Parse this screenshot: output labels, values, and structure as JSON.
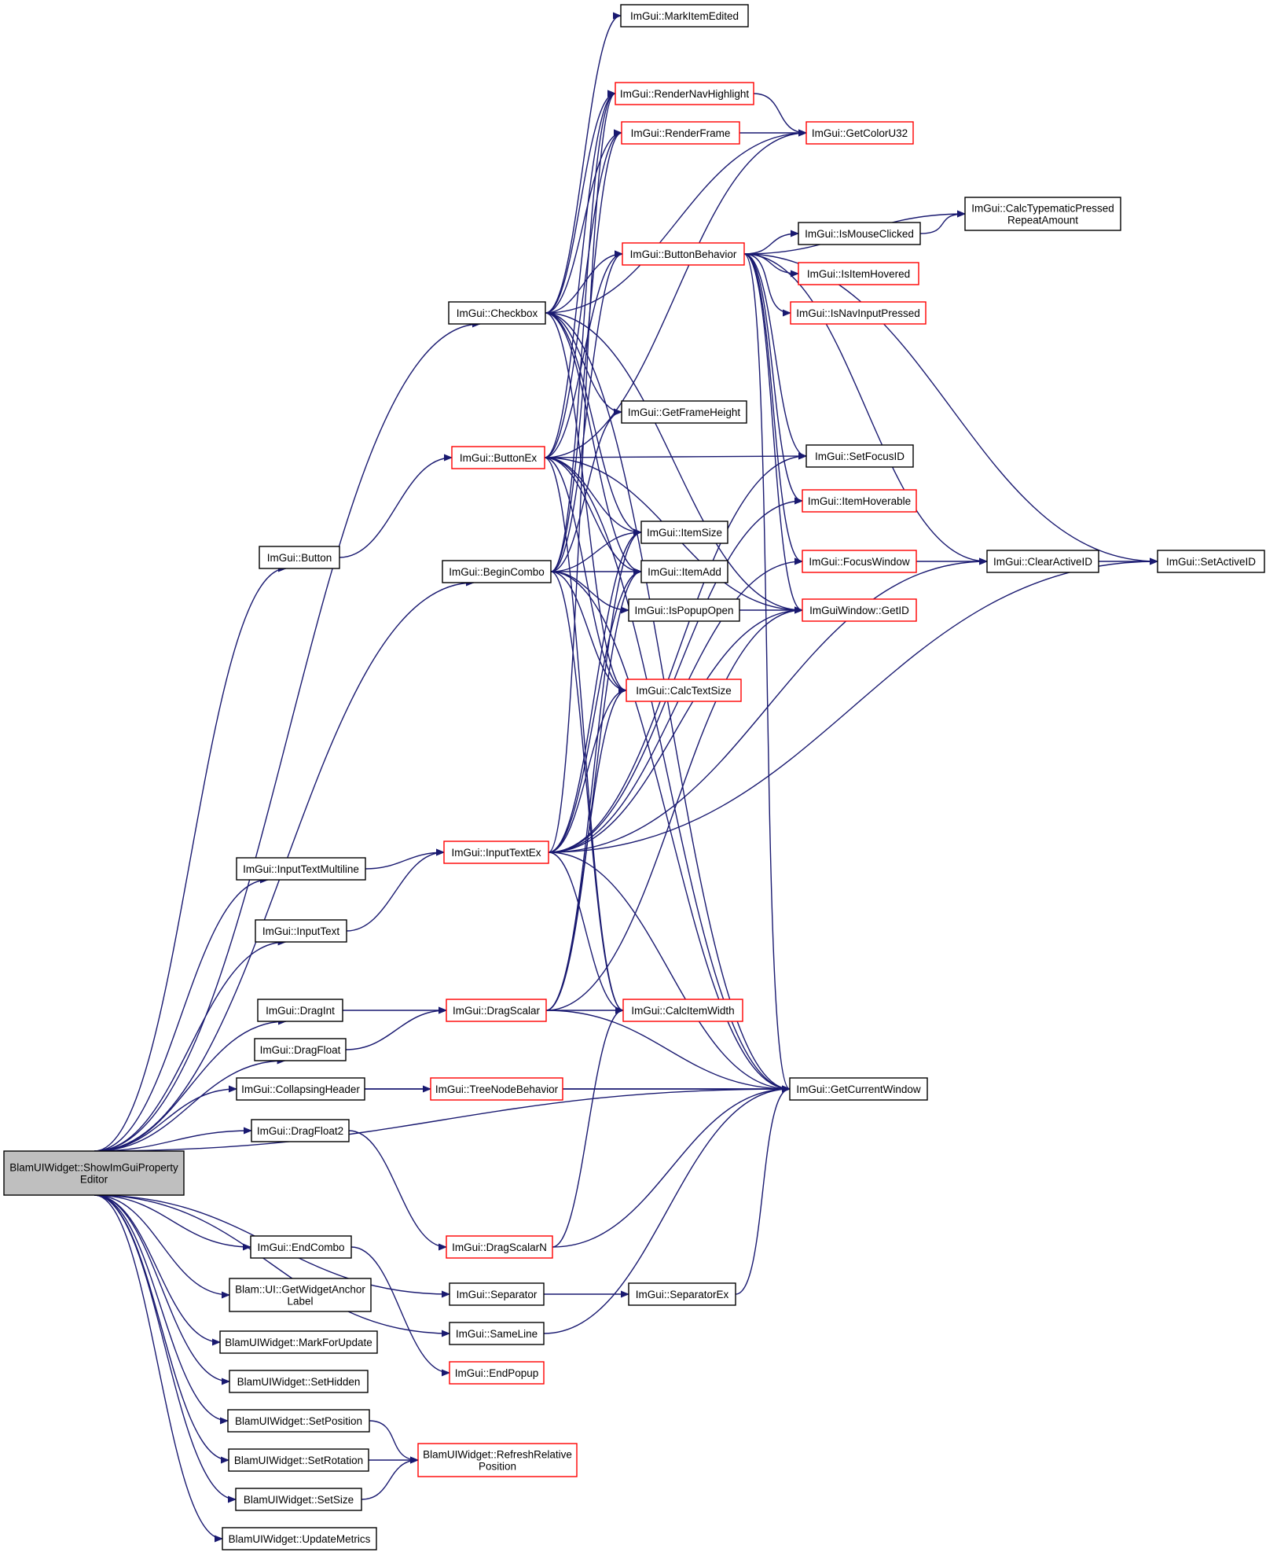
{
  "colors": {
    "edge": "#191970",
    "node_border_default": "#000000",
    "node_border_truncated": "#ff0000",
    "root_fill": "#bfbfbf",
    "node_fill": "#ffffff"
  },
  "nodes": [
    {
      "id": "root",
      "lines": [
        "BlamUIWidget::ShowImGuiProperty",
        "Editor"
      ],
      "style": "root"
    },
    {
      "id": "MarkItemEdited",
      "lines": [
        "ImGui::MarkItemEdited"
      ],
      "style": "default"
    },
    {
      "id": "RenderNavHighlight",
      "lines": [
        "ImGui::RenderNavHighlight"
      ],
      "style": "truncated"
    },
    {
      "id": "RenderFrame",
      "lines": [
        "ImGui::RenderFrame"
      ],
      "style": "truncated"
    },
    {
      "id": "GetColorU32",
      "lines": [
        "ImGui::GetColorU32"
      ],
      "style": "truncated"
    },
    {
      "id": "CalcTypematic",
      "lines": [
        "ImGui::CalcTypematicPressed",
        "RepeatAmount"
      ],
      "style": "default"
    },
    {
      "id": "ButtonBehavior",
      "lines": [
        "ImGui::ButtonBehavior"
      ],
      "style": "truncated"
    },
    {
      "id": "IsMouseClicked",
      "lines": [
        "ImGui::IsMouseClicked"
      ],
      "style": "default"
    },
    {
      "id": "IsItemHovered",
      "lines": [
        "ImGui::IsItemHovered"
      ],
      "style": "truncated"
    },
    {
      "id": "IsNavInputPressed",
      "lines": [
        "ImGui::IsNavInputPressed"
      ],
      "style": "truncated"
    },
    {
      "id": "Checkbox",
      "lines": [
        "ImGui::Checkbox"
      ],
      "style": "default"
    },
    {
      "id": "GetFrameHeight",
      "lines": [
        "ImGui::GetFrameHeight"
      ],
      "style": "default"
    },
    {
      "id": "SetFocusID",
      "lines": [
        "ImGui::SetFocusID"
      ],
      "style": "default"
    },
    {
      "id": "ButtonEx",
      "lines": [
        "ImGui::ButtonEx"
      ],
      "style": "truncated"
    },
    {
      "id": "ItemHoverable",
      "lines": [
        "ImGui::ItemHoverable"
      ],
      "style": "truncated"
    },
    {
      "id": "ItemSize",
      "lines": [
        "ImGui::ItemSize"
      ],
      "style": "default"
    },
    {
      "id": "Button",
      "lines": [
        "ImGui::Button"
      ],
      "style": "default"
    },
    {
      "id": "BeginCombo",
      "lines": [
        "ImGui::BeginCombo"
      ],
      "style": "default"
    },
    {
      "id": "ItemAdd",
      "lines": [
        "ImGui::ItemAdd"
      ],
      "style": "default"
    },
    {
      "id": "FocusWindow",
      "lines": [
        "ImGui::FocusWindow"
      ],
      "style": "truncated"
    },
    {
      "id": "ClearActiveID",
      "lines": [
        "ImGui::ClearActiveID"
      ],
      "style": "default"
    },
    {
      "id": "SetActiveID",
      "lines": [
        "ImGui::SetActiveID"
      ],
      "style": "default"
    },
    {
      "id": "IsPopupOpen",
      "lines": [
        "ImGui::IsPopupOpen"
      ],
      "style": "default"
    },
    {
      "id": "GetID",
      "lines": [
        "ImGuiWindow::GetID"
      ],
      "style": "truncated"
    },
    {
      "id": "CalcTextSize",
      "lines": [
        "ImGui::CalcTextSize"
      ],
      "style": "truncated"
    },
    {
      "id": "InputTextMultiline",
      "lines": [
        "ImGui::InputTextMultiline"
      ],
      "style": "default"
    },
    {
      "id": "InputTextEx",
      "lines": [
        "ImGui::InputTextEx"
      ],
      "style": "truncated"
    },
    {
      "id": "InputText",
      "lines": [
        "ImGui::InputText"
      ],
      "style": "default"
    },
    {
      "id": "DragInt",
      "lines": [
        "ImGui::DragInt"
      ],
      "style": "default"
    },
    {
      "id": "DragScalar",
      "lines": [
        "ImGui::DragScalar"
      ],
      "style": "truncated"
    },
    {
      "id": "CalcItemWidth",
      "lines": [
        "ImGui::CalcItemWidth"
      ],
      "style": "truncated"
    },
    {
      "id": "DragFloat",
      "lines": [
        "ImGui::DragFloat"
      ],
      "style": "default"
    },
    {
      "id": "CollapsingHeader",
      "lines": [
        "ImGui::CollapsingHeader"
      ],
      "style": "default"
    },
    {
      "id": "TreeNodeBehavior",
      "lines": [
        "ImGui::TreeNodeBehavior"
      ],
      "style": "truncated"
    },
    {
      "id": "GetCurrentWindow",
      "lines": [
        "ImGui::GetCurrentWindow"
      ],
      "style": "default"
    },
    {
      "id": "DragFloat2",
      "lines": [
        "ImGui::DragFloat2"
      ],
      "style": "default"
    },
    {
      "id": "DragScalarN",
      "lines": [
        "ImGui::DragScalarN"
      ],
      "style": "truncated"
    },
    {
      "id": "EndCombo",
      "lines": [
        "ImGui::EndCombo"
      ],
      "style": "default"
    },
    {
      "id": "GetWidgetAnchorLabel",
      "lines": [
        "Blam::UI::GetWidgetAnchor",
        "Label"
      ],
      "style": "default"
    },
    {
      "id": "Separator",
      "lines": [
        "ImGui::Separator"
      ],
      "style": "default"
    },
    {
      "id": "SeparatorEx",
      "lines": [
        "ImGui::SeparatorEx"
      ],
      "style": "default"
    },
    {
      "id": "SameLine",
      "lines": [
        "ImGui::SameLine"
      ],
      "style": "default"
    },
    {
      "id": "MarkForUpdate",
      "lines": [
        "BlamUIWidget::MarkForUpdate"
      ],
      "style": "default"
    },
    {
      "id": "EndPopup",
      "lines": [
        "ImGui::EndPopup"
      ],
      "style": "truncated"
    },
    {
      "id": "SetHidden",
      "lines": [
        "BlamUIWidget::SetHidden"
      ],
      "style": "default"
    },
    {
      "id": "SetPosition",
      "lines": [
        "BlamUIWidget::SetPosition"
      ],
      "style": "default"
    },
    {
      "id": "RefreshRelativePosition",
      "lines": [
        "BlamUIWidget::RefreshRelative",
        "Position"
      ],
      "style": "truncated"
    },
    {
      "id": "SetRotation",
      "lines": [
        "BlamUIWidget::SetRotation"
      ],
      "style": "default"
    },
    {
      "id": "SetSize",
      "lines": [
        "BlamUIWidget::SetSize"
      ],
      "style": "default"
    },
    {
      "id": "UpdateMetrics",
      "lines": [
        "BlamUIWidget::UpdateMetrics"
      ],
      "style": "default"
    }
  ],
  "edges": [
    [
      "root",
      "Checkbox"
    ],
    [
      "root",
      "Button"
    ],
    [
      "root",
      "BeginCombo"
    ],
    [
      "root",
      "InputTextMultiline"
    ],
    [
      "root",
      "InputText"
    ],
    [
      "root",
      "DragInt"
    ],
    [
      "root",
      "DragFloat"
    ],
    [
      "root",
      "CollapsingHeader"
    ],
    [
      "root",
      "DragFloat2"
    ],
    [
      "root",
      "EndCombo"
    ],
    [
      "root",
      "GetWidgetAnchorLabel"
    ],
    [
      "root",
      "MarkForUpdate"
    ],
    [
      "root",
      "SetHidden"
    ],
    [
      "root",
      "SetPosition"
    ],
    [
      "root",
      "SetRotation"
    ],
    [
      "root",
      "SetSize"
    ],
    [
      "root",
      "UpdateMetrics"
    ],
    [
      "root",
      "Separator"
    ],
    [
      "root",
      "SameLine"
    ],
    [
      "root",
      "GetCurrentWindow"
    ],
    [
      "Checkbox",
      "MarkItemEdited"
    ],
    [
      "Checkbox",
      "RenderNavHighlight"
    ],
    [
      "Checkbox",
      "RenderFrame"
    ],
    [
      "Checkbox",
      "GetColorU32"
    ],
    [
      "Checkbox",
      "ButtonBehavior"
    ],
    [
      "Checkbox",
      "GetFrameHeight"
    ],
    [
      "Checkbox",
      "ItemSize"
    ],
    [
      "Checkbox",
      "ItemAdd"
    ],
    [
      "Checkbox",
      "CalcTextSize"
    ],
    [
      "Checkbox",
      "GetID"
    ],
    [
      "Checkbox",
      "GetCurrentWindow"
    ],
    [
      "Button",
      "ButtonEx"
    ],
    [
      "ButtonEx",
      "RenderNavHighlight"
    ],
    [
      "ButtonEx",
      "RenderFrame"
    ],
    [
      "ButtonEx",
      "GetColorU32"
    ],
    [
      "ButtonEx",
      "ButtonBehavior"
    ],
    [
      "ButtonEx",
      "ItemSize"
    ],
    [
      "ButtonEx",
      "ItemAdd"
    ],
    [
      "ButtonEx",
      "CalcTextSize"
    ],
    [
      "ButtonEx",
      "GetID"
    ],
    [
      "ButtonEx",
      "GetCurrentWindow"
    ],
    [
      "ButtonEx",
      "CalcItemWidth"
    ],
    [
      "ButtonEx",
      "SetFocusID"
    ],
    [
      "RenderNavHighlight",
      "GetColorU32"
    ],
    [
      "RenderFrame",
      "GetColorU32"
    ],
    [
      "ButtonBehavior",
      "CalcTypematic"
    ],
    [
      "ButtonBehavior",
      "IsMouseClicked"
    ],
    [
      "ButtonBehavior",
      "IsItemHovered"
    ],
    [
      "ButtonBehavior",
      "IsNavInputPressed"
    ],
    [
      "ButtonBehavior",
      "SetFocusID"
    ],
    [
      "ButtonBehavior",
      "ItemHoverable"
    ],
    [
      "ButtonBehavior",
      "FocusWindow"
    ],
    [
      "ButtonBehavior",
      "ClearActiveID"
    ],
    [
      "ButtonBehavior",
      "SetActiveID"
    ],
    [
      "ButtonBehavior",
      "GetID"
    ],
    [
      "ButtonBehavior",
      "GetCurrentWindow"
    ],
    [
      "IsMouseClicked",
      "CalcTypematic"
    ],
    [
      "BeginCombo",
      "RenderNavHighlight"
    ],
    [
      "BeginCombo",
      "RenderFrame"
    ],
    [
      "BeginCombo",
      "ButtonBehavior"
    ],
    [
      "BeginCombo",
      "GetFrameHeight"
    ],
    [
      "BeginCombo",
      "ItemSize"
    ],
    [
      "BeginCombo",
      "ItemAdd"
    ],
    [
      "BeginCombo",
      "IsPopupOpen"
    ],
    [
      "BeginCombo",
      "CalcTextSize"
    ],
    [
      "BeginCombo",
      "CalcItemWidth"
    ],
    [
      "BeginCombo",
      "GetCurrentWindow"
    ],
    [
      "IsPopupOpen",
      "GetID"
    ],
    [
      "FocusWindow",
      "ClearActiveID"
    ],
    [
      "ClearActiveID",
      "SetActiveID"
    ],
    [
      "InputTextMultiline",
      "InputTextEx"
    ],
    [
      "InputText",
      "InputTextEx"
    ],
    [
      "InputTextEx",
      "ItemSize"
    ],
    [
      "InputTextEx",
      "ItemAdd"
    ],
    [
      "InputTextEx",
      "CalcTextSize"
    ],
    [
      "InputTextEx",
      "CalcItemWidth"
    ],
    [
      "InputTextEx",
      "GetCurrentWindow"
    ],
    [
      "InputTextEx",
      "ItemHoverable"
    ],
    [
      "InputTextEx",
      "SetFocusID"
    ],
    [
      "InputTextEx",
      "FocusWindow"
    ],
    [
      "InputTextEx",
      "ClearActiveID"
    ],
    [
      "InputTextEx",
      "SetActiveID"
    ],
    [
      "InputTextEx",
      "GetID"
    ],
    [
      "InputTextEx",
      "RenderNavHighlight"
    ],
    [
      "DragInt",
      "DragScalar"
    ],
    [
      "DragFloat",
      "DragScalar"
    ],
    [
      "DragScalar",
      "CalcItemWidth"
    ],
    [
      "DragScalar",
      "ItemSize"
    ],
    [
      "DragScalar",
      "ItemAdd"
    ],
    [
      "DragScalar",
      "CalcTextSize"
    ],
    [
      "DragScalar",
      "GetCurrentWindow"
    ],
    [
      "DragScalar",
      "GetID"
    ],
    [
      "CollapsingHeader",
      "TreeNodeBehavior"
    ],
    [
      "CollapsingHeader",
      "GetCurrentWindow"
    ],
    [
      "TreeNodeBehavior",
      "GetCurrentWindow"
    ],
    [
      "DragFloat2",
      "DragScalarN"
    ],
    [
      "DragScalarN",
      "CalcItemWidth"
    ],
    [
      "DragScalarN",
      "GetCurrentWindow"
    ],
    [
      "EndCombo",
      "EndPopup"
    ],
    [
      "Separator",
      "SeparatorEx"
    ],
    [
      "SeparatorEx",
      "GetCurrentWindow"
    ],
    [
      "SameLine",
      "GetCurrentWindow"
    ],
    [
      "SetPosition",
      "RefreshRelativePosition"
    ],
    [
      "SetRotation",
      "RefreshRelativePosition"
    ],
    [
      "SetSize",
      "RefreshRelativePosition"
    ]
  ]
}
